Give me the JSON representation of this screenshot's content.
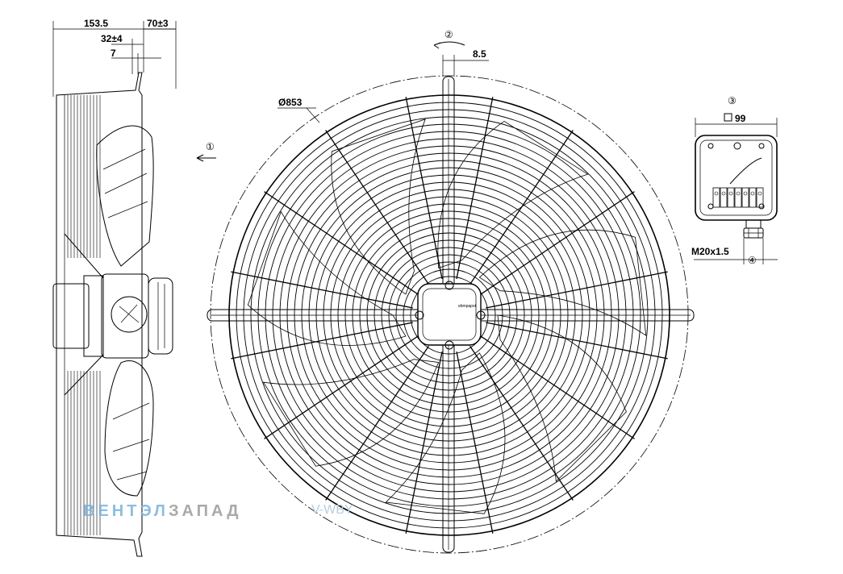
{
  "dimensions": {
    "side_overall": "153.5",
    "side_depth": "70±3",
    "side_offset": "32±4",
    "side_small": "7",
    "diameter": "Ø853",
    "hub_offset": "8.5",
    "box_width": "99",
    "cable_gland": "M20x1.5"
  },
  "callouts": {
    "airflow": "①",
    "rotation": "②",
    "terminal_box": "③",
    "gland": "④"
  },
  "watermark": {
    "part_a": "ВЕНТЭЛ",
    "part_b": "ЗАПАД",
    "color_a": "#7ab3dd",
    "color_b": "#9b9b9b"
  },
  "model_code": "V-WBY",
  "hub_label": "ebmpapst"
}
